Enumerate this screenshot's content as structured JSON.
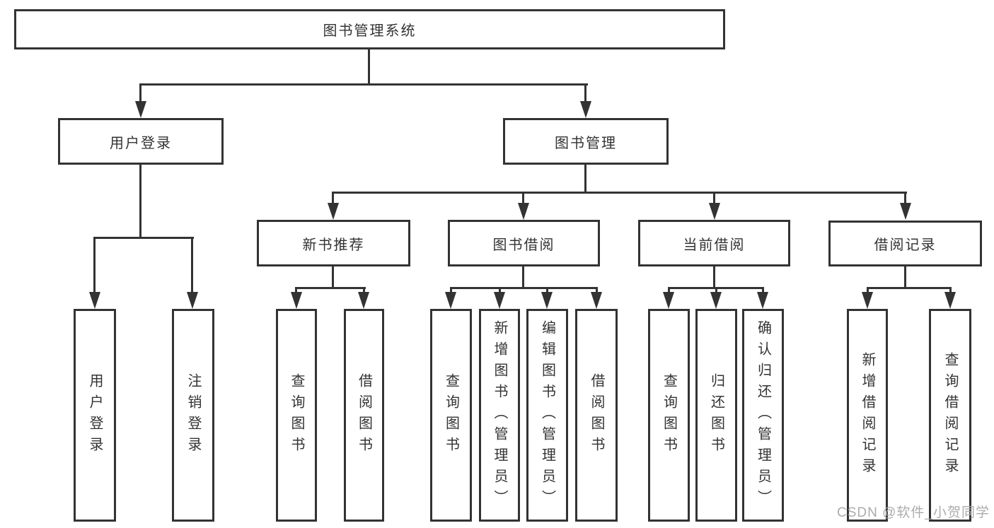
{
  "tree": {
    "root": "图书管理系统",
    "branches": [
      {
        "label": "用户登录",
        "children": [
          "用户登录",
          "注销登录"
        ]
      },
      {
        "label": "图书管理",
        "children": [
          {
            "label": "新书推荐",
            "children": [
              "查询图书",
              "借阅图书"
            ]
          },
          {
            "label": "图书借阅",
            "children": [
              "查询图书",
              "新增图书（管理员）",
              "编辑图书（管理员）",
              "借阅图书"
            ]
          },
          {
            "label": "当前借阅",
            "children": [
              "查询图书",
              "归还图书",
              "确认归还（管理员）"
            ]
          },
          {
            "label": "借阅记录",
            "children": [
              "新增借阅记录",
              "查询借阅记录"
            ]
          }
        ]
      }
    ]
  },
  "watermark": {
    "text": "CSDN @软件_小贺同学"
  },
  "colors": {
    "line": "#333333",
    "box_border": "#333333",
    "box_fill": "#ffffff",
    "text": "#333333",
    "watermark": "#a8a8a8",
    "background": "#ffffff"
  }
}
